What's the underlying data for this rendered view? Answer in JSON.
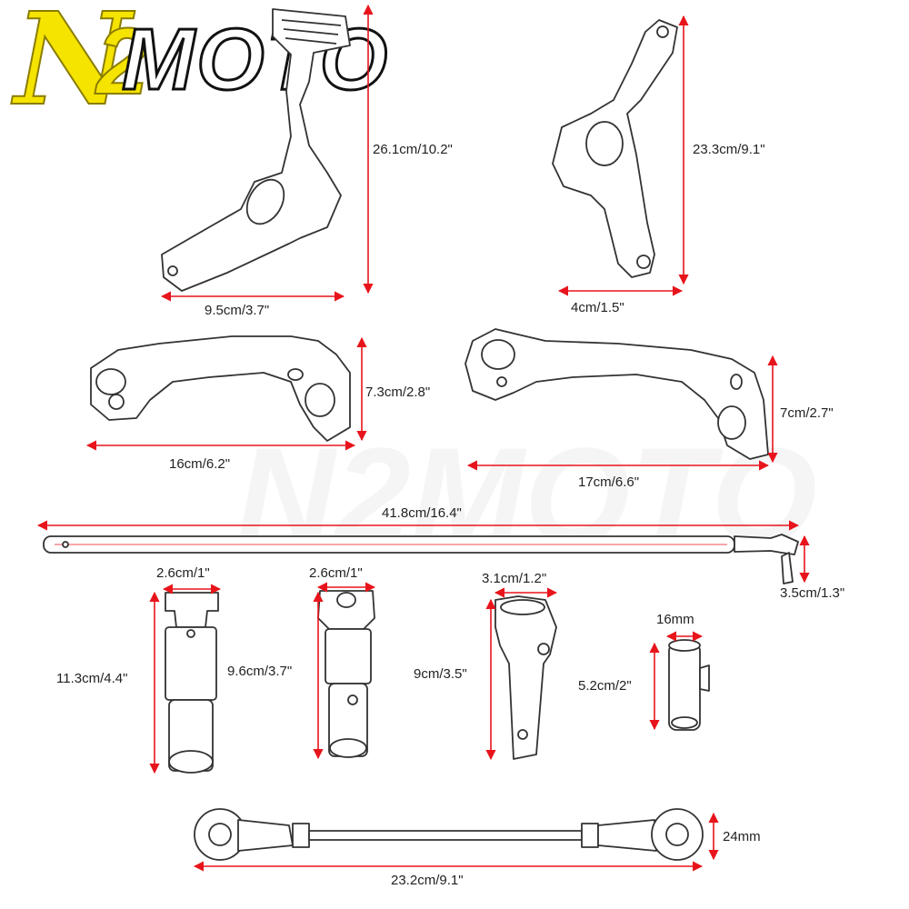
{
  "brand": {
    "n": "N",
    "two": "2",
    "moto": "MOTO",
    "accent": "#f5e300",
    "dimension_color": "#e8141b"
  },
  "watermark": "N2MOTO",
  "dimensions": {
    "shifter_height": "26.1cm/10.2\"",
    "shifter_width": "9.5cm/3.7\"",
    "brake_arm_height": "23.3cm/9.1\"",
    "brake_arm_width": "4cm/1.5\"",
    "left_arm_height": "7.3cm/2.8\"",
    "left_arm_length": "16cm/6.2\"",
    "right_arm_height": "7cm/2.7\"",
    "right_arm_length": "17cm/6.6\"",
    "rod_length": "41.8cm/16.4\"",
    "rod_end_height": "3.5cm/1.3\"",
    "peg1_width": "2.6cm/1\"",
    "peg1_height": "11.3cm/4.4\"",
    "peg2_width": "2.6cm/1\"",
    "peg2_height": "9.6cm/3.7\"",
    "lever_width": "3.1cm/1.2\"",
    "lever_height": "9cm/3.5\"",
    "bolt_width": "16mm",
    "bolt_height": "5.2cm/2\"",
    "linkage_height": "24mm",
    "linkage_length": "23.2cm/9.1\""
  }
}
